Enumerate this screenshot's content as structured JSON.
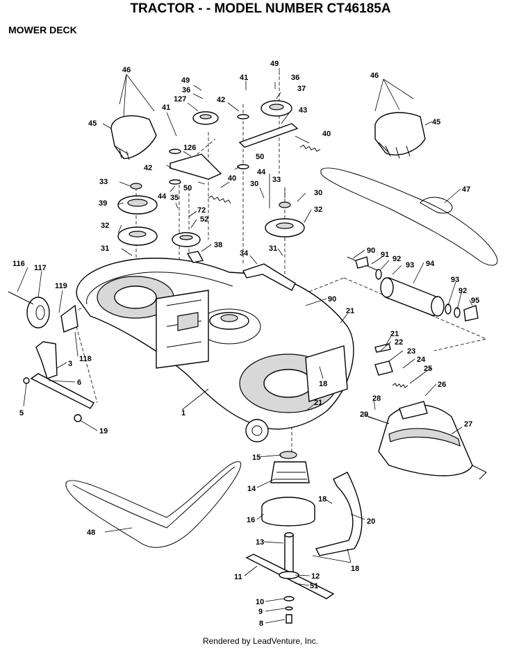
{
  "header": {
    "title": "TRACTOR - - MODEL NUMBER CT46185A",
    "subtitle": "MOWER DECK"
  },
  "footer": {
    "credit": "Rendered by LeadVenture, Inc."
  },
  "callouts": [
    {
      "id": "c46a",
      "label": "46"
    },
    {
      "id": "c49a",
      "label": "49"
    },
    {
      "id": "c41a",
      "label": "41"
    },
    {
      "id": "c49b",
      "label": "49"
    },
    {
      "id": "c36a",
      "label": "36"
    },
    {
      "id": "c36b",
      "label": "36"
    },
    {
      "id": "c37",
      "label": "37"
    },
    {
      "id": "c127",
      "label": "127"
    },
    {
      "id": "c42a",
      "label": "42"
    },
    {
      "id": "c43",
      "label": "43"
    },
    {
      "id": "c46b",
      "label": "46"
    },
    {
      "id": "c45a",
      "label": "45"
    },
    {
      "id": "c45b",
      "label": "45"
    },
    {
      "id": "c41b",
      "label": "41"
    },
    {
      "id": "c40a",
      "label": "40"
    },
    {
      "id": "c126",
      "label": "126"
    },
    {
      "id": "c50a",
      "label": "50"
    },
    {
      "id": "c42b",
      "label": "42"
    },
    {
      "id": "c44a",
      "label": "44"
    },
    {
      "id": "c33a",
      "label": "33"
    },
    {
      "id": "c40b",
      "label": "40"
    },
    {
      "id": "c30a",
      "label": "30"
    },
    {
      "id": "c33b",
      "label": "33"
    },
    {
      "id": "c30b",
      "label": "30"
    },
    {
      "id": "c47",
      "label": "47"
    },
    {
      "id": "c44b",
      "label": "44"
    },
    {
      "id": "c50b",
      "label": "50"
    },
    {
      "id": "c35",
      "label": "35"
    },
    {
      "id": "c39",
      "label": "39"
    },
    {
      "id": "c72",
      "label": "72"
    },
    {
      "id": "c52",
      "label": "52"
    },
    {
      "id": "c32a",
      "label": "32"
    },
    {
      "id": "c32b",
      "label": "32"
    },
    {
      "id": "c38",
      "label": "38"
    },
    {
      "id": "c31a",
      "label": "31"
    },
    {
      "id": "c31b",
      "label": "31"
    },
    {
      "id": "c34",
      "label": "34"
    },
    {
      "id": "c90a",
      "label": "90"
    },
    {
      "id": "c91",
      "label": "91"
    },
    {
      "id": "c92a",
      "label": "92"
    },
    {
      "id": "c93a",
      "label": "93"
    },
    {
      "id": "c94",
      "label": "94"
    },
    {
      "id": "c116",
      "label": "116"
    },
    {
      "id": "c117",
      "label": "117"
    },
    {
      "id": "c119",
      "label": "119"
    },
    {
      "id": "c93b",
      "label": "93"
    },
    {
      "id": "c92b",
      "label": "92"
    },
    {
      "id": "c95",
      "label": "95"
    },
    {
      "id": "c90b",
      "label": "90"
    },
    {
      "id": "c21a",
      "label": "21"
    },
    {
      "id": "c21b",
      "label": "21"
    },
    {
      "id": "c22",
      "label": "22"
    },
    {
      "id": "c23",
      "label": "23"
    },
    {
      "id": "c118",
      "label": "118"
    },
    {
      "id": "c3",
      "label": "3"
    },
    {
      "id": "c24",
      "label": "24"
    },
    {
      "id": "c18a",
      "label": "18"
    },
    {
      "id": "c25",
      "label": "25"
    },
    {
      "id": "c6",
      "label": "6"
    },
    {
      "id": "c26",
      "label": "26"
    },
    {
      "id": "c5",
      "label": "5"
    },
    {
      "id": "c1",
      "label": "1"
    },
    {
      "id": "c21c",
      "label": "21"
    },
    {
      "id": "c28",
      "label": "28"
    },
    {
      "id": "c29",
      "label": "29"
    },
    {
      "id": "c27",
      "label": "27"
    },
    {
      "id": "c19",
      "label": "19"
    },
    {
      "id": "c15",
      "label": "15"
    },
    {
      "id": "c14",
      "label": "14"
    },
    {
      "id": "c18b",
      "label": "18"
    },
    {
      "id": "c20",
      "label": "20"
    },
    {
      "id": "c16",
      "label": "16"
    },
    {
      "id": "c48",
      "label": "48"
    },
    {
      "id": "c13",
      "label": "13"
    },
    {
      "id": "c18c",
      "label": "18"
    },
    {
      "id": "c11",
      "label": "11"
    },
    {
      "id": "c12",
      "label": "12"
    },
    {
      "id": "c51",
      "label": "51"
    },
    {
      "id": "c10",
      "label": "10"
    },
    {
      "id": "c9",
      "label": "9"
    },
    {
      "id": "c8",
      "label": "8"
    }
  ]
}
